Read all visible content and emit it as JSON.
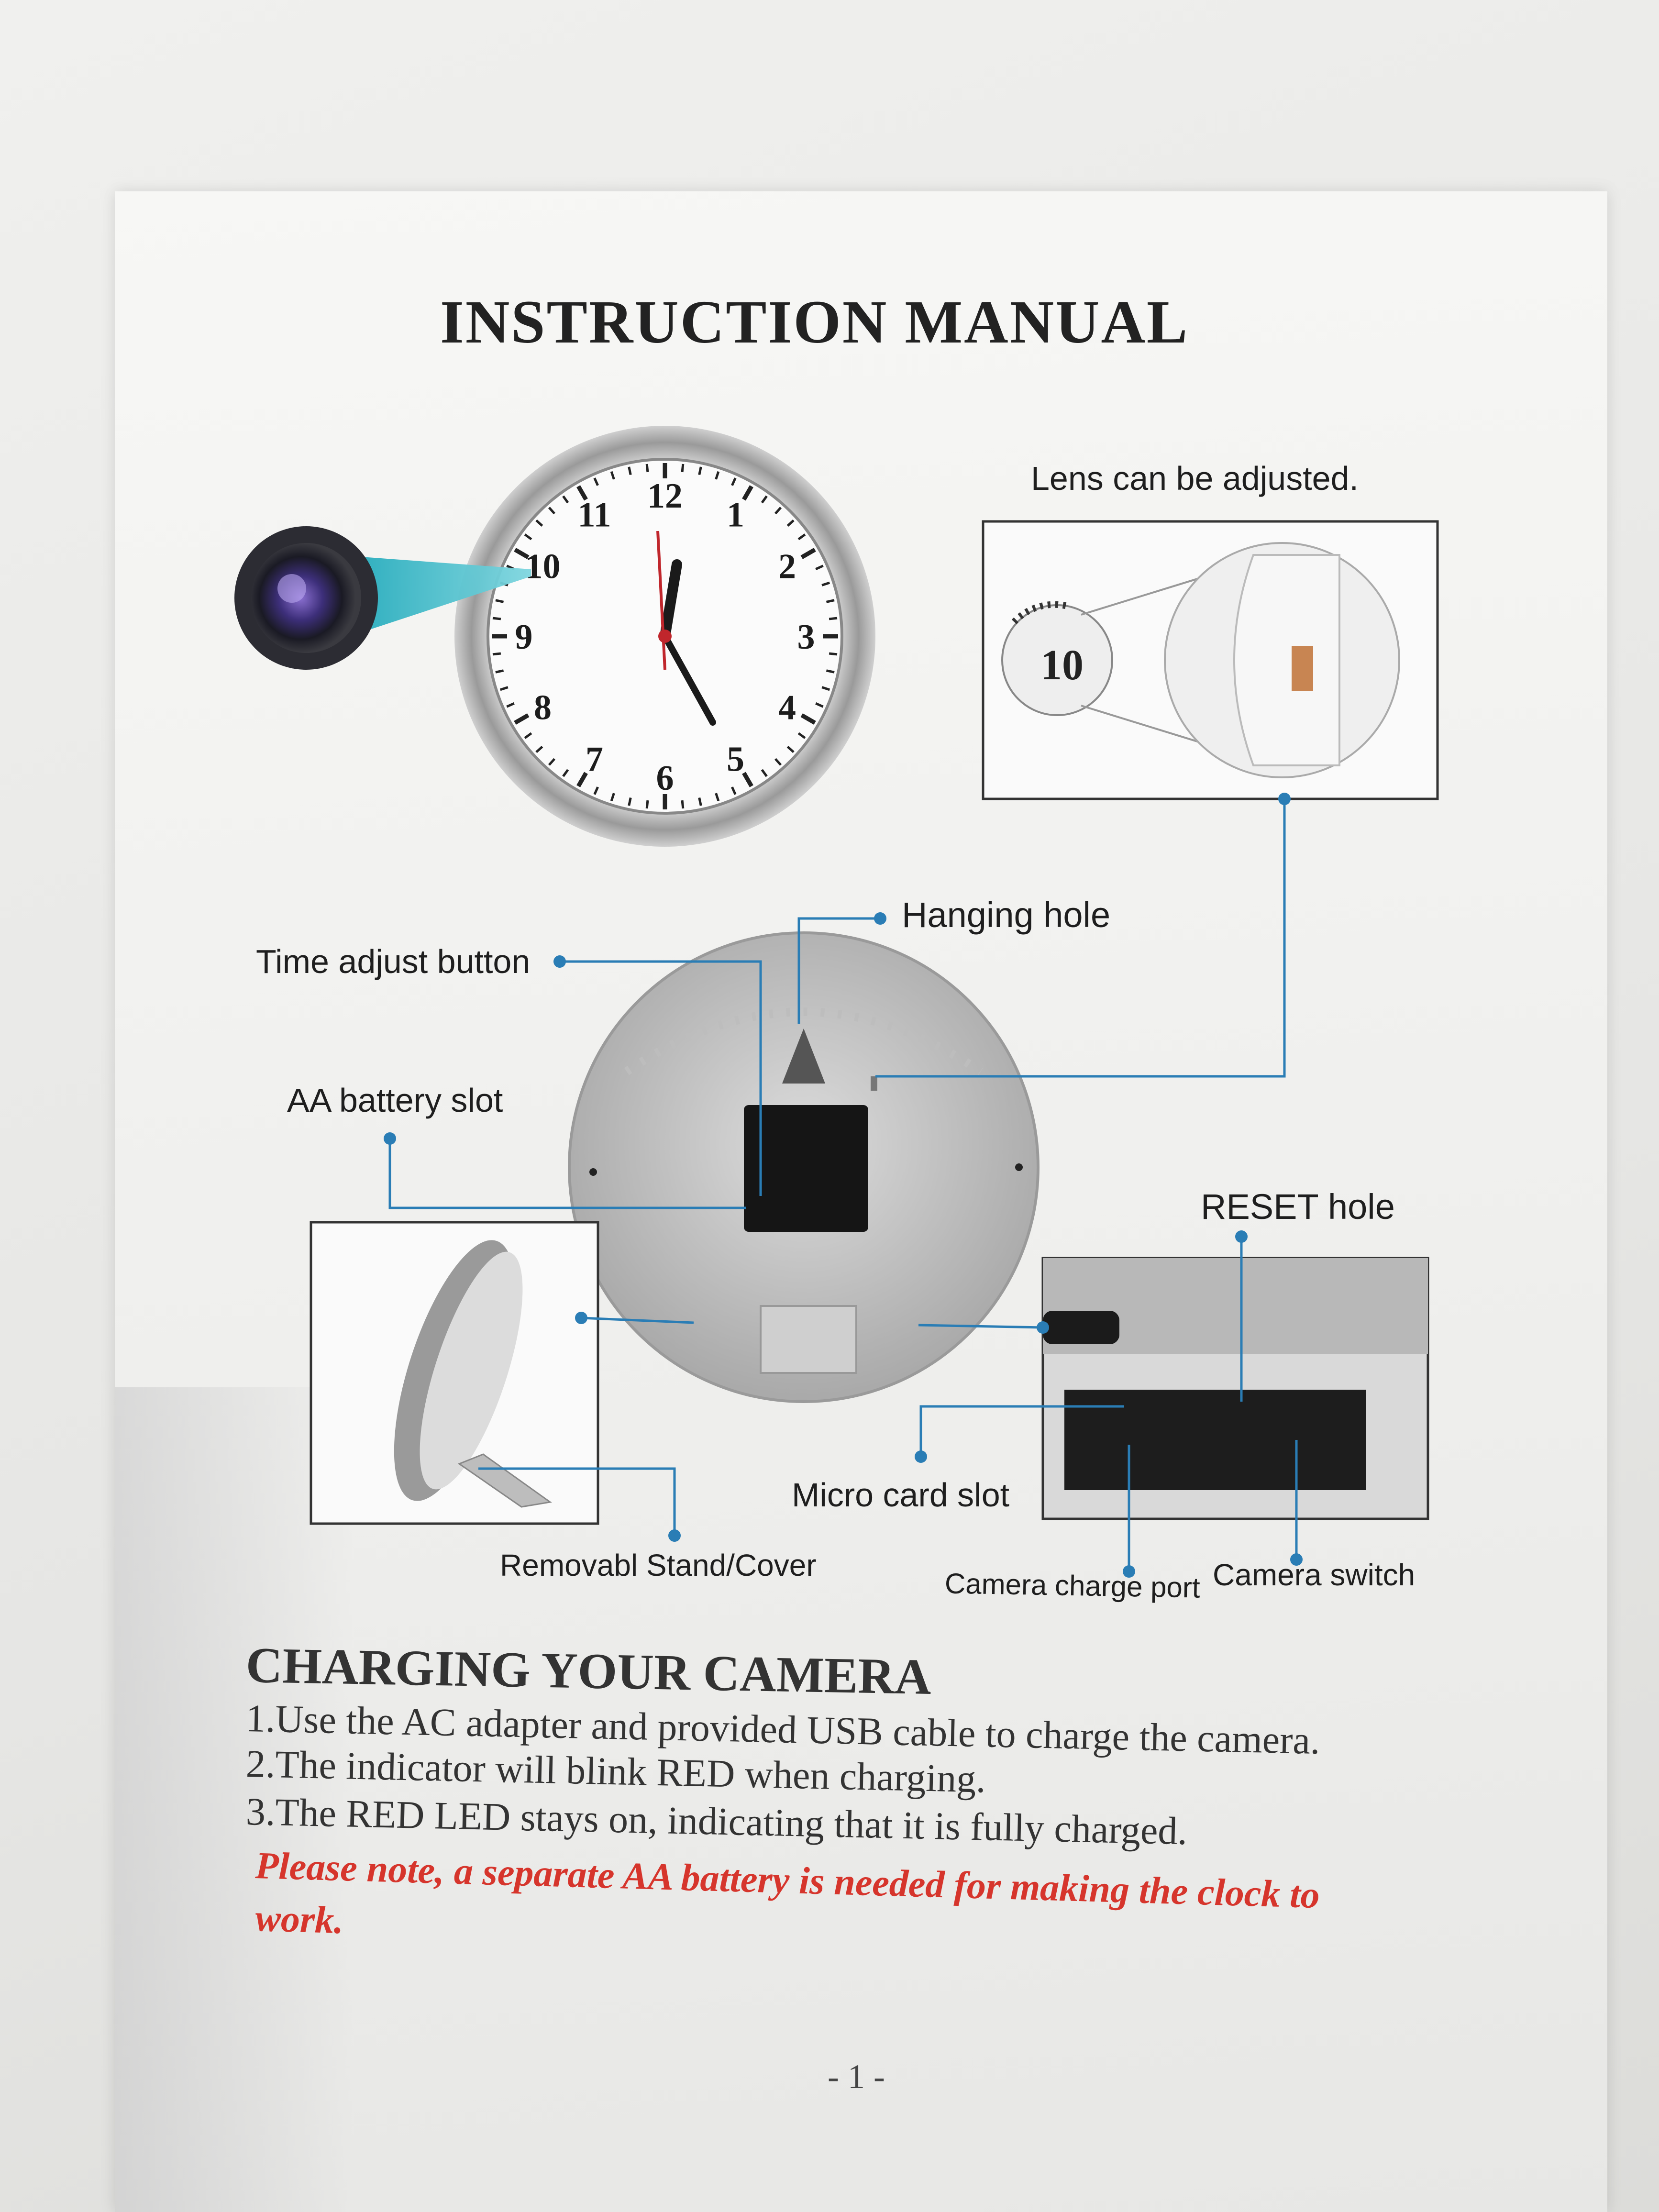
{
  "document": {
    "title": "INSTRUCTION MANUAL",
    "clock_numbers": [
      "12",
      "1",
      "2",
      "3",
      "4",
      "5",
      "6",
      "7",
      "8",
      "9",
      "10",
      "11"
    ],
    "lens_detail": {
      "caption": "Lens can be adjusted.",
      "zoom_number": "10"
    },
    "callouts": {
      "time_adjust_button": "Time adjust button",
      "hanging_hole": "Hanging hole",
      "aa_battery_slot": "AA battery slot",
      "reset_hole": "RESET hole",
      "micro_card_slot": "Micro card slot",
      "removable_stand": "Removabl Stand/Cover",
      "camera_charge_port": "Camera charge port",
      "camera_switch": "Camera switch"
    },
    "charging": {
      "heading": "CHARGING YOUR CAMERA",
      "steps": [
        "1.Use the AC adapter and provided USB cable to charge the camera.",
        "2.The indicator will blink RED when charging.",
        "3.The RED LED stays on, indicating that it is fully charged."
      ],
      "note_line1": "Please note, a separate AA battery is needed for making the clock to",
      "note_line2": "work."
    },
    "page_number": "- 1 -"
  },
  "colors": {
    "callout_line": "#2a7db5",
    "note_red": "#d6352c",
    "lens_beam": "#2fb3c2"
  }
}
